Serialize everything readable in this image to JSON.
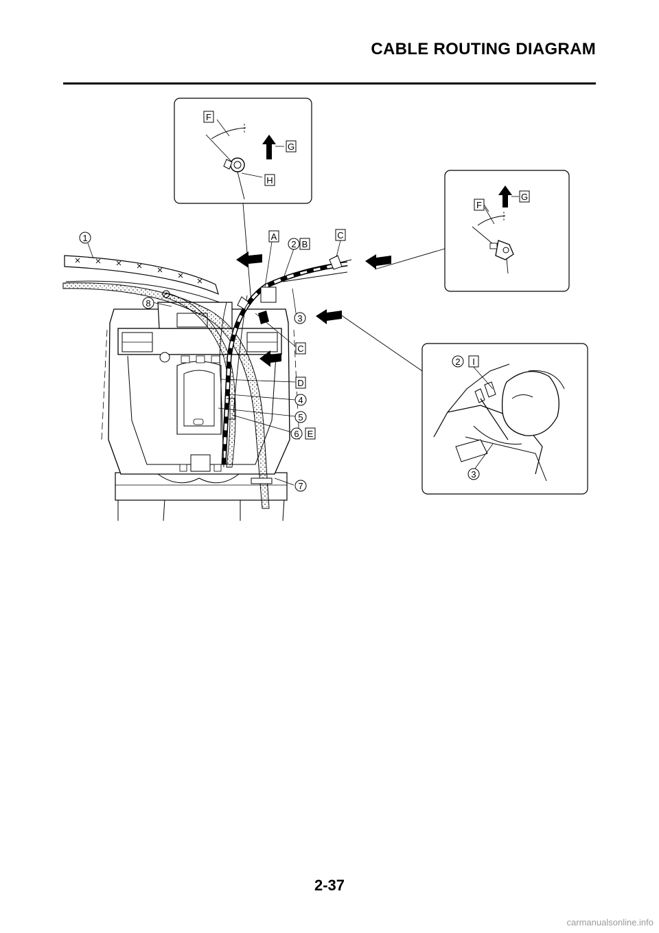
{
  "header": {
    "title": "CABLE ROUTING DIAGRAM"
  },
  "footer": {
    "page_number": "2-37",
    "watermark": "carmanualsonline.info"
  },
  "diagram": {
    "number_callouts": [
      "1",
      "2",
      "3",
      "4",
      "5",
      "6",
      "7",
      "8"
    ],
    "letter_callouts": [
      "A",
      "B",
      "C",
      "D",
      "E",
      "F",
      "G",
      "H",
      "I"
    ],
    "detail_views": [
      "detail-view-top",
      "detail-view-right",
      "detail-view-bottom"
    ]
  }
}
